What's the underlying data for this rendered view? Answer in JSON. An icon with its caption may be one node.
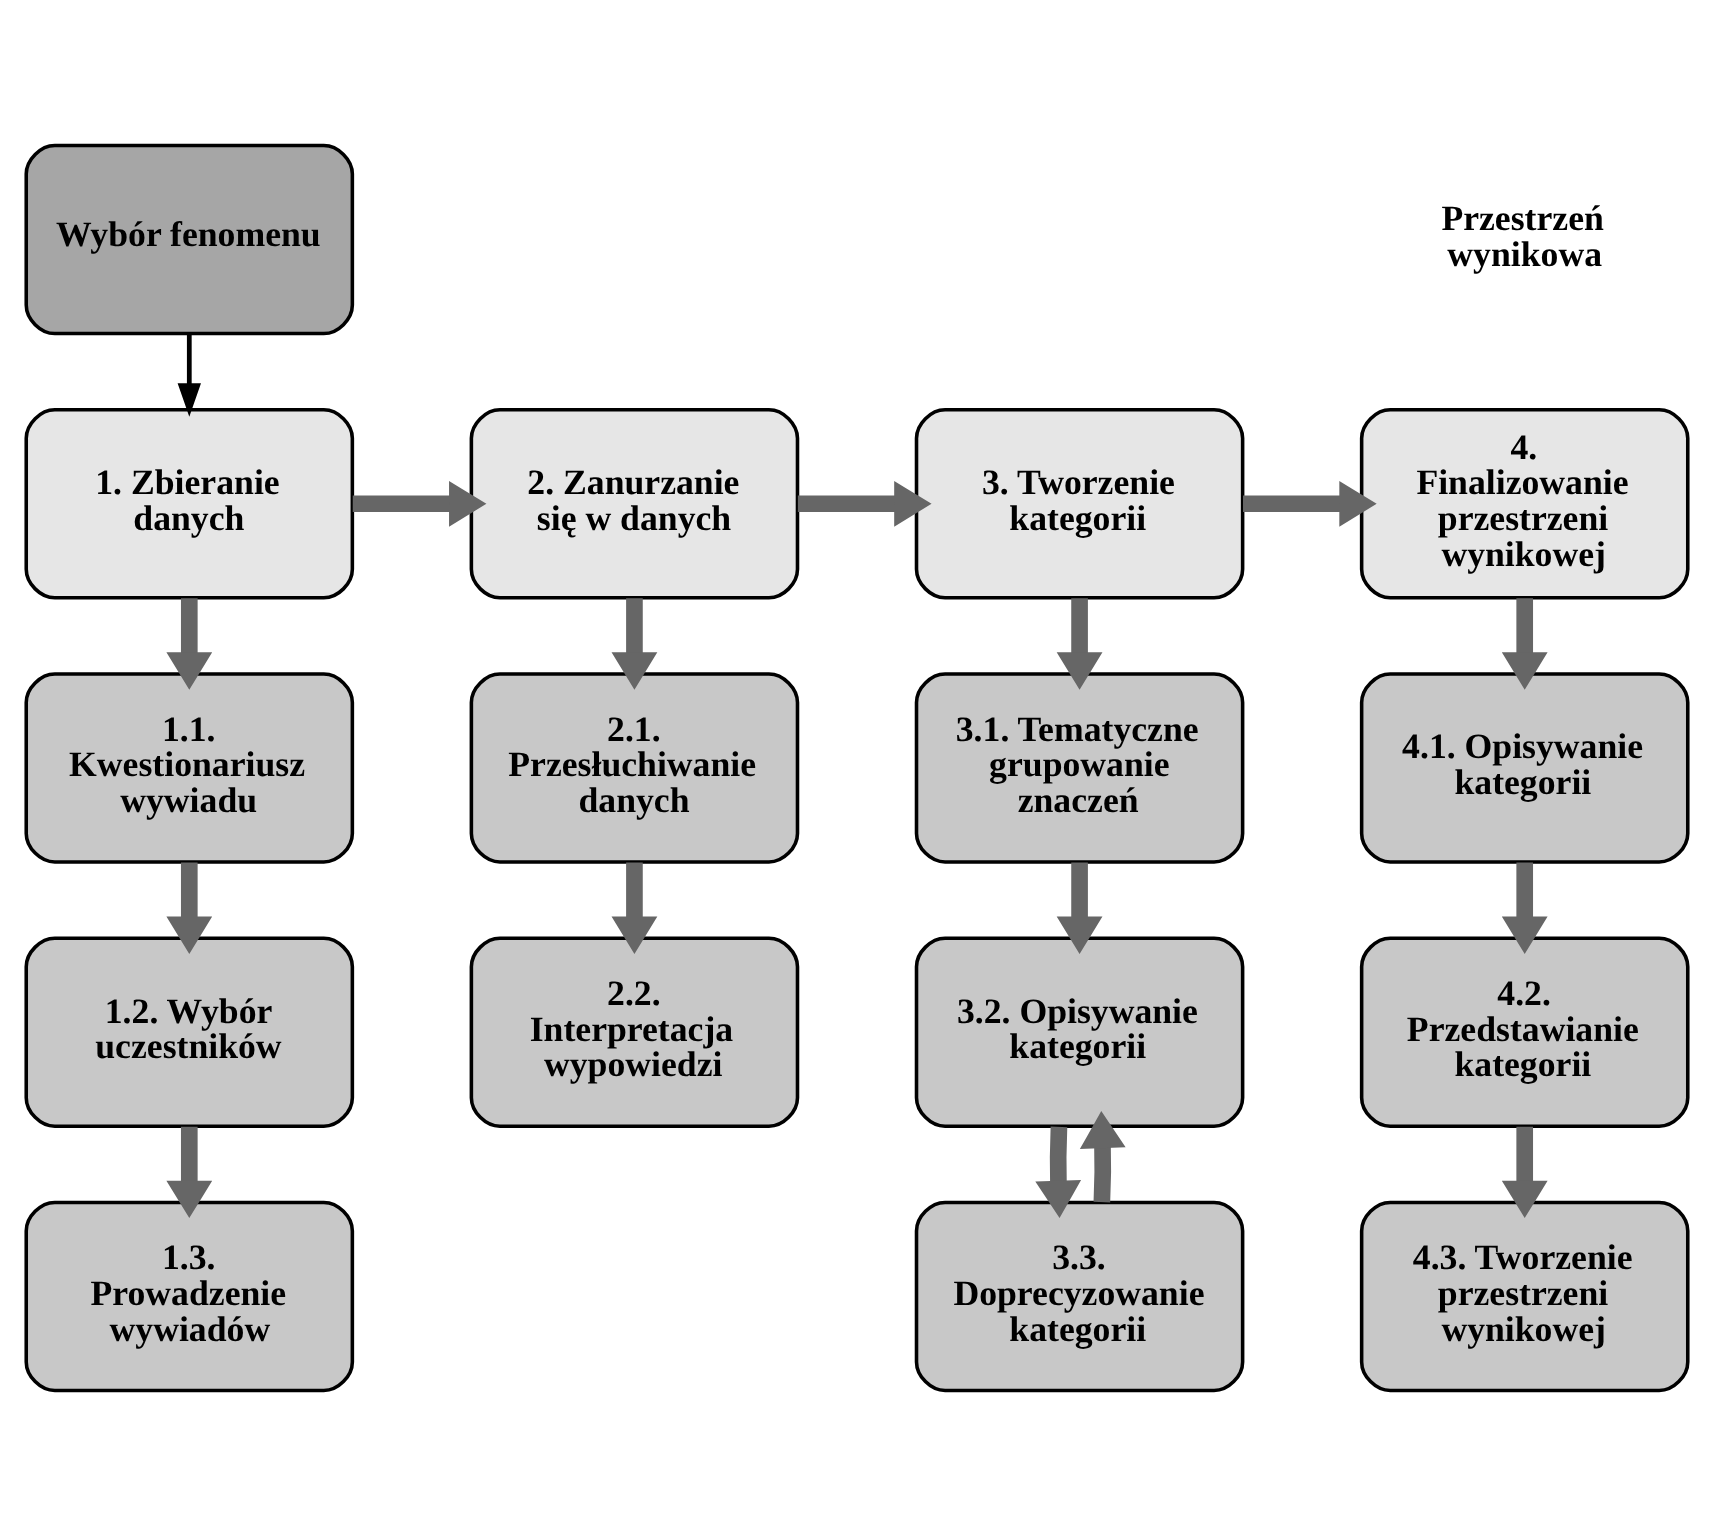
{
  "diagram": {
    "nodes": [
      {
        "text": [
          "Wybór fenomenu"
        ]
      },
      {
        "text": [
          "1. Zbieranie danych"
        ]
      },
      {
        "text": [
          "2. Zanurzanie się w danych"
        ]
      },
      {
        "text": [
          "3. Tworzenie kategorii"
        ]
      },
      {
        "text": [
          "4. Finalizowanie przestrzeni wynikowej"
        ]
      },
      {
        "text": [
          "1.1. Kwestionariusz wywiadu"
        ]
      },
      {
        "text": [
          "1.2. Wybór uczestników"
        ]
      },
      {
        "text": [
          "1.3. Prowadzenie wywiadów"
        ]
      },
      {
        "text": [
          "2.1. Przesłuchiwanie danych"
        ]
      },
      {
        "text": [
          "2.2. Interpretacja wypowiedzi"
        ]
      },
      {
        "text": [
          "3.1. Tematyczne grupowanie znaczeń"
        ]
      },
      {
        "text": [
          "3.2. Opisywanie kategorii"
        ]
      },
      {
        "text": [
          "3.3. Doprecyzowanie kategorii"
        ]
      },
      {
        "text": [
          "4.1. Opisywanie kategorii"
        ]
      },
      {
        "text": [
          "4.2. Przedstawianie kategorii"
        ]
      },
      {
        "text": [
          "4.3. Tworzenie przestrzeni wynikowej"
        ]
      }
    ],
    "edges": [
      {
        "from": 0,
        "to": 1,
        "arrow": "to",
        "color": "#000000"
      },
      {
        "from": 1,
        "to": 2,
        "arrow": "to"
      },
      {
        "from": 2,
        "to": 3,
        "arrow": "to"
      },
      {
        "from": 3,
        "to": 4,
        "arrow": "to"
      },
      {
        "from": 1,
        "to": 5,
        "arrow": "to"
      },
      {
        "from": 5,
        "to": 6,
        "arrow": "to"
      },
      {
        "from": 6,
        "to": 7,
        "arrow": "to"
      },
      {
        "from": 2,
        "to": 8,
        "arrow": "to"
      },
      {
        "from": 8,
        "to": 9,
        "arrow": "to"
      },
      {
        "from": 3,
        "to": 10,
        "arrow": "to"
      },
      {
        "from": 10,
        "to": 11,
        "arrow": "to"
      },
      {
        "from": 11,
        "to": 12,
        "arrow": "to"
      },
      {
        "from": 12,
        "to": 11,
        "arrow": "to"
      },
      {
        "from": 4,
        "to": 13,
        "arrow": "to"
      },
      {
        "from": 13,
        "to": 14,
        "arrow": "to"
      },
      {
        "from": 14,
        "to": 15,
        "arrow": "to"
      }
    ],
    "labels": [
      "Przestrzeń wynikowa"
    ]
  }
}
